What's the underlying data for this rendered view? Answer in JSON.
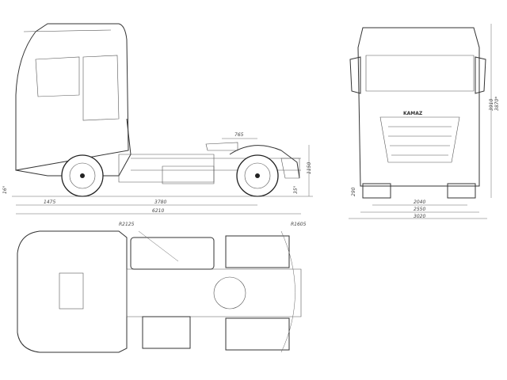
{
  "brand_logo": "KAMAZ",
  "side_view": {
    "dimensions": {
      "fifth_wheel_offset": "765",
      "fifth_wheel_height": "1150",
      "approach_angle": "16°",
      "departure_angle": "35°",
      "front_overhang": "1475",
      "wheelbase": "3780",
      "overall_length": "6210"
    }
  },
  "front_view": {
    "dimensions": {
      "height": "3910",
      "height_alt": "3870*",
      "ground_clearance": "290",
      "track": "2040",
      "width": "2550",
      "width_mirrors": "3020"
    }
  },
  "top_view": {
    "dimensions": {
      "turning_radius_front": "R2125",
      "turning_radius_rear": "R1605"
    }
  }
}
